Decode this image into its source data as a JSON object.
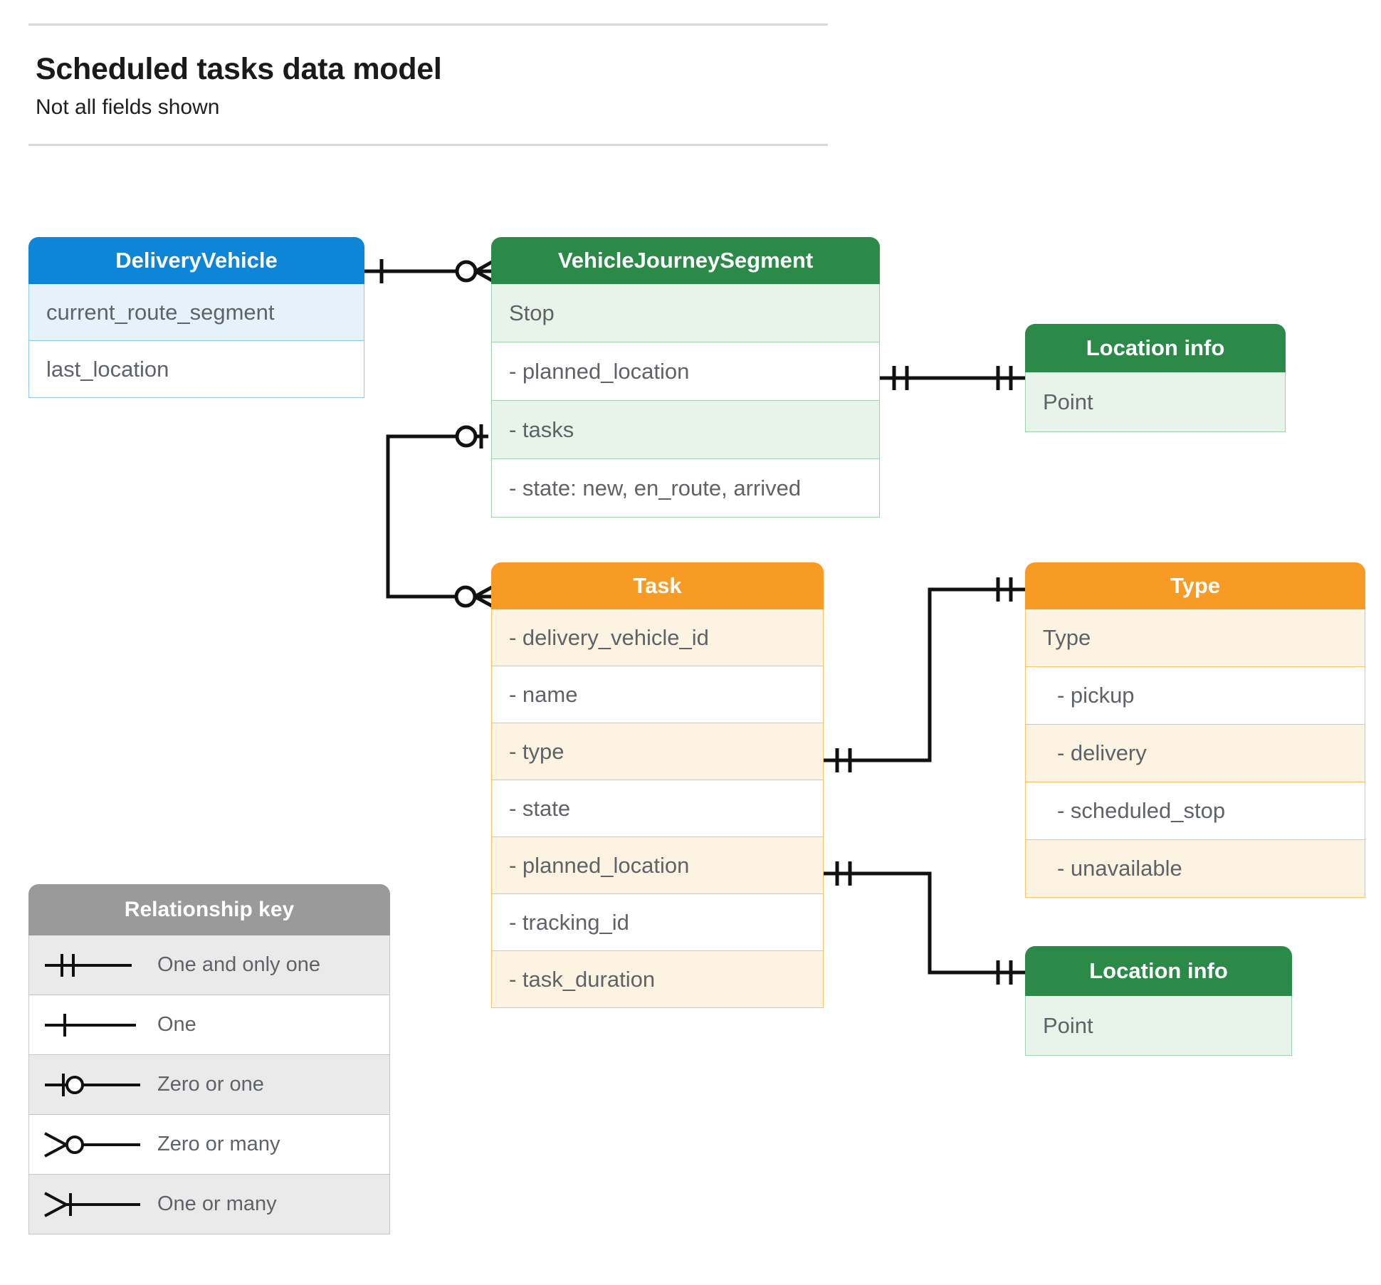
{
  "header": {
    "title": "Scheduled tasks data model",
    "subtitle": "Not all fields shown"
  },
  "entities": {
    "delivery_vehicle": {
      "title": "DeliveryVehicle",
      "color": "#0e86d8",
      "rows": [
        "current_route_segment",
        "last_location"
      ]
    },
    "vehicle_journey_segment": {
      "title": "VehicleJourneySegment",
      "color": "#2c8a49",
      "rows": [
        "Stop",
        "-  planned_location",
        "- tasks",
        "- state: new, en_route, arrived"
      ]
    },
    "location_info_top": {
      "title": "Location info",
      "color": "#2c8a49",
      "rows": [
        "Point"
      ]
    },
    "location_info_bottom": {
      "title": "Location info",
      "color": "#2c8a49",
      "rows": [
        "Point"
      ]
    },
    "task": {
      "title": "Task",
      "color": "#f89b25",
      "rows": [
        "- delivery_vehicle_id",
        "- name",
        "- type",
        "- state",
        "- planned_location",
        "- tracking_id",
        "- task_duration"
      ]
    },
    "type": {
      "title": "Type",
      "color": "#f89b25",
      "rows": [
        "Type",
        "-  pickup",
        "-  delivery",
        "-  scheduled_stop",
        "-  unavailable"
      ]
    }
  },
  "legend": {
    "title": "Relationship key",
    "color": "#9a9a9a",
    "items": [
      {
        "symbol": "one-and-only-one",
        "label": "One and only one"
      },
      {
        "symbol": "one",
        "label": "One"
      },
      {
        "symbol": "zero-or-one",
        "label": "Zero or one"
      },
      {
        "symbol": "zero-or-many",
        "label": "Zero or many"
      },
      {
        "symbol": "one-or-many",
        "label": "One or many"
      }
    ]
  },
  "relationships": [
    {
      "from": "DeliveryVehicle",
      "to": "VehicleJourneySegment",
      "from_cardinality": "One",
      "to_cardinality": "Zero or many"
    },
    {
      "from": "VehicleJourneySegment.planned_location",
      "to": "Location info",
      "from_cardinality": "One and only one",
      "to_cardinality": "One and only one"
    },
    {
      "from": "VehicleJourneySegment.tasks",
      "to": "Task",
      "from_cardinality": "Zero or one",
      "to_cardinality": "Zero or many"
    },
    {
      "from": "Task.type",
      "to": "Type",
      "from_cardinality": "One and only one",
      "to_cardinality": "One and only one"
    },
    {
      "from": "Task.planned_location",
      "to": "Location info",
      "from_cardinality": "One and only one",
      "to_cardinality": "One and only one"
    }
  ]
}
